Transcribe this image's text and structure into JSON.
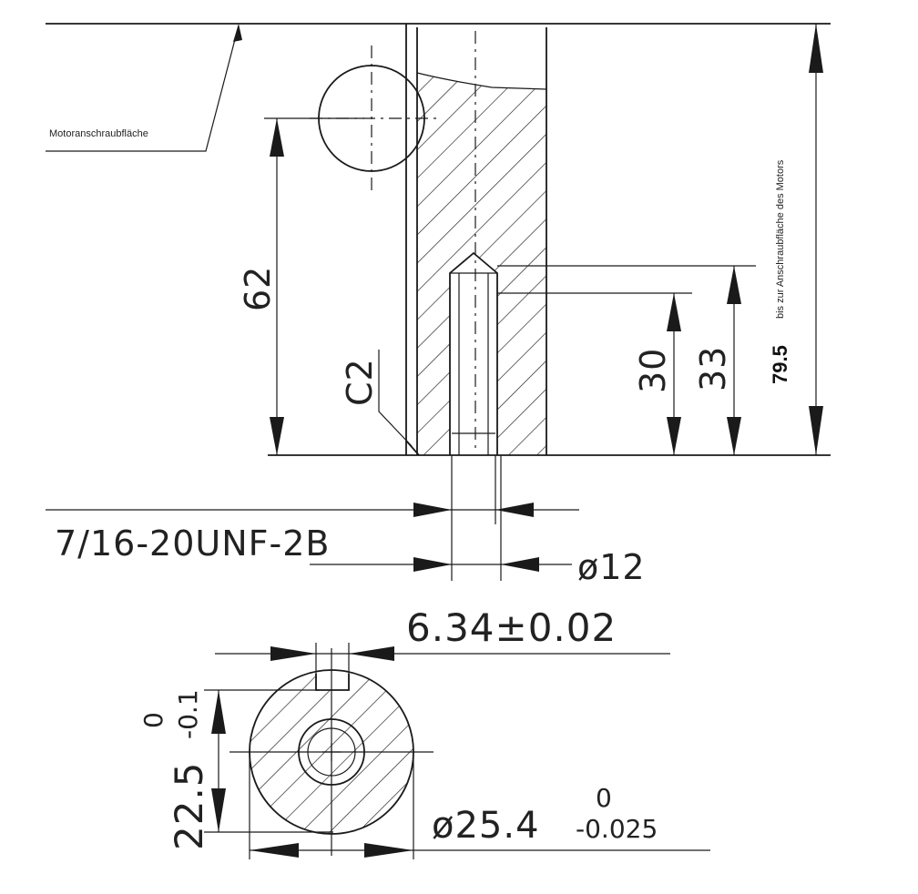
{
  "labels": {
    "mounting_surface": "Motoranschraubfläche",
    "total_length_value": "79.5",
    "total_length_note": "bis zur Anschraubfläche des Motors",
    "dim_62": "62",
    "dim_30": "30",
    "dim_33": "33",
    "chamfer": "C2",
    "thread": "7/16-20UNF-2B",
    "bore_dia": "ø12",
    "key_width": "6.34±0.02",
    "key_depth_nominal": "22.5",
    "key_depth_upper": "0",
    "key_depth_lower": "-0.1",
    "shaft_dia_nominal": "ø25.4",
    "shaft_dia_upper": "0",
    "shaft_dia_lower": "-0.025"
  }
}
